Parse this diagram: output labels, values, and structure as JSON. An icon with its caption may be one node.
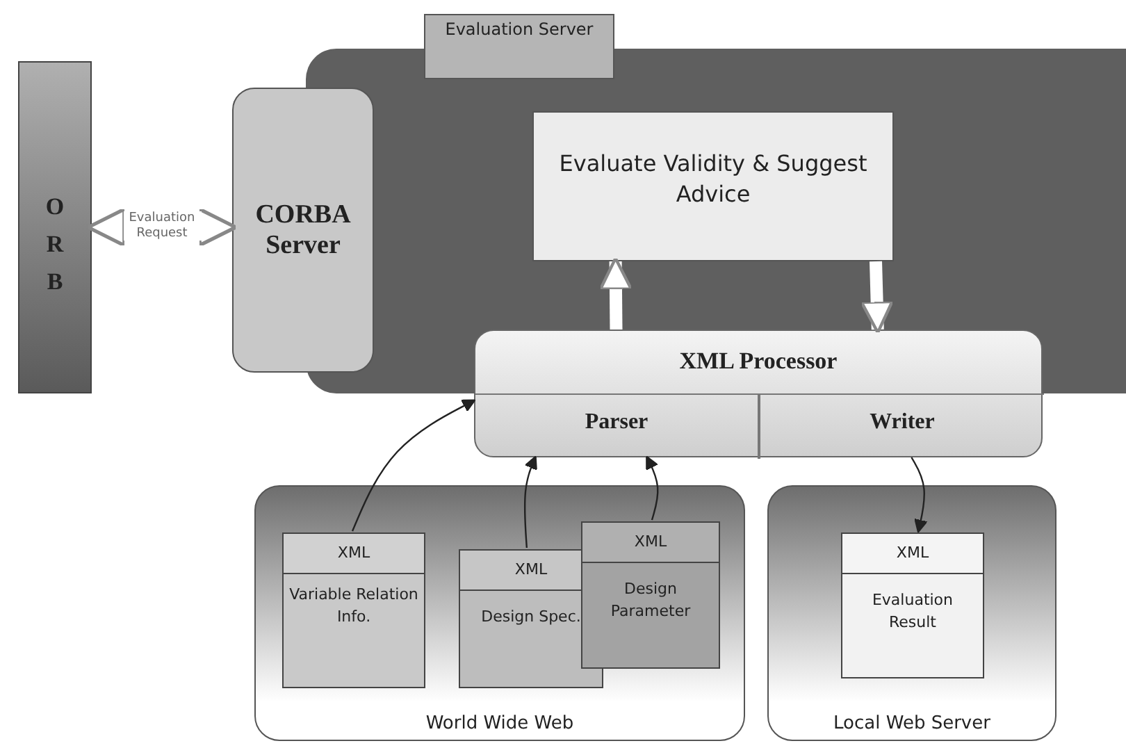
{
  "diagram": {
    "nodes": [
      {
        "text": [
          "ORB"
        ]
      },
      {
        "text": [
          "Evaluation Server"
        ]
      },
      {
        "text": [
          "CORBA Server"
        ]
      },
      {
        "text": [
          "Evaluate Validity & Suggest Advice"
        ],
        "in": 1
      },
      {
        "text": [
          "XML Processor"
        ]
      },
      {
        "text": [
          "Parser"
        ],
        "in": 4
      },
      {
        "text": [
          "Writer"
        ],
        "in": 4
      },
      {
        "text": [
          "World Wide Web"
        ]
      },
      {
        "text": [
          "XML",
          "Variable Relation Info."
        ],
        "in": 7
      },
      {
        "text": [
          "XML",
          "Design Spec."
        ],
        "in": 7
      },
      {
        "text": [
          "XML",
          "Design Parameter"
        ],
        "in": 7
      },
      {
        "text": [
          "Local Web Server"
        ]
      },
      {
        "text": [
          "XML",
          "Evaluation Result"
        ],
        "in": 11
      }
    ],
    "edges": [
      {
        "from": 0,
        "to": 2,
        "arrow": "both",
        "label": "Evaluation Request",
        "color": "#999999"
      },
      {
        "from": 4,
        "to": 3,
        "arrow": "to",
        "style": "thick",
        "color": "#ffffff"
      },
      {
        "from": 3,
        "to": 4,
        "arrow": "to",
        "style": "thick",
        "color": "#ffffff"
      },
      {
        "from": 8,
        "to": 5,
        "arrow": "to"
      },
      {
        "from": 9,
        "to": 5,
        "arrow": "to"
      },
      {
        "from": 10,
        "to": 5,
        "arrow": "to"
      },
      {
        "from": 6,
        "to": 12,
        "arrow": "to"
      }
    ]
  }
}
